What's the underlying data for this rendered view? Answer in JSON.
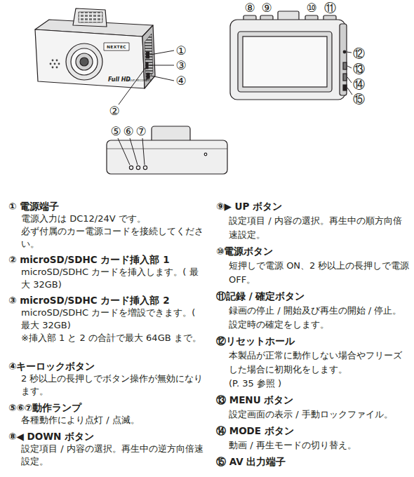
{
  "diagram": {
    "labels": [
      "①",
      "③",
      "④",
      "②",
      "NEXTEC",
      "Full HD",
      "DRIVE RECORDER",
      "⑤",
      "⑥",
      "⑦",
      "⑧",
      "⑨",
      "⑩",
      "⑪",
      "⑫",
      "⑬",
      "⑭",
      "⑮",
      "① 電源端子",
      "電源入力は DC12/24V です。",
      "必ず付属のカー電源コードを接続してください。",
      "② microSD/SDHC カード挿入部 1",
      "microSD/SDHC カードを挿入します。( 最大 32GB)",
      "③ microSD/SDHC カード挿入部 2",
      "microSD/SDHC カードを増設できます。( 最大 32GB)",
      "※挿入部 1 と 2 の合計で最大 64GB まで。",
      "④キーロックボタン",
      "2 秒以上の長押しでボタン操作が無効になります。",
      "⑤⑥⑦動作ランプ",
      "各種動作により点灯 / 点滅。",
      "⑧◀ DOWN ボタン",
      "設定項目 / 内容の選択。再生中の逆方向倍速設定。",
      "⑨▶ UP ボタン",
      "設定項目 / 内容の選択。再生中の順方向倍速設定。",
      "⑩電源ボタン",
      "短押しで電源 ON、2 秒以上の長押しで電源 OFF。",
      "⑪記録 / 確定ボタン",
      "録画の停止 / 開始及び再生の開始 / 停止。",
      "設定時の確定をします。",
      "⑫リセットホール",
      "本製品が正常に動作しない場合やフリーズした場合に初期化をします。",
      "(P. 35 参照 )",
      "⑬ MENU ボタン",
      "設定画面の表示 / 手動ロックファイル。",
      "⑭ MODE ボタン",
      "動画 / 再生モードの切り替え。",
      "⑮ AV 出力端子"
    ]
  }
}
